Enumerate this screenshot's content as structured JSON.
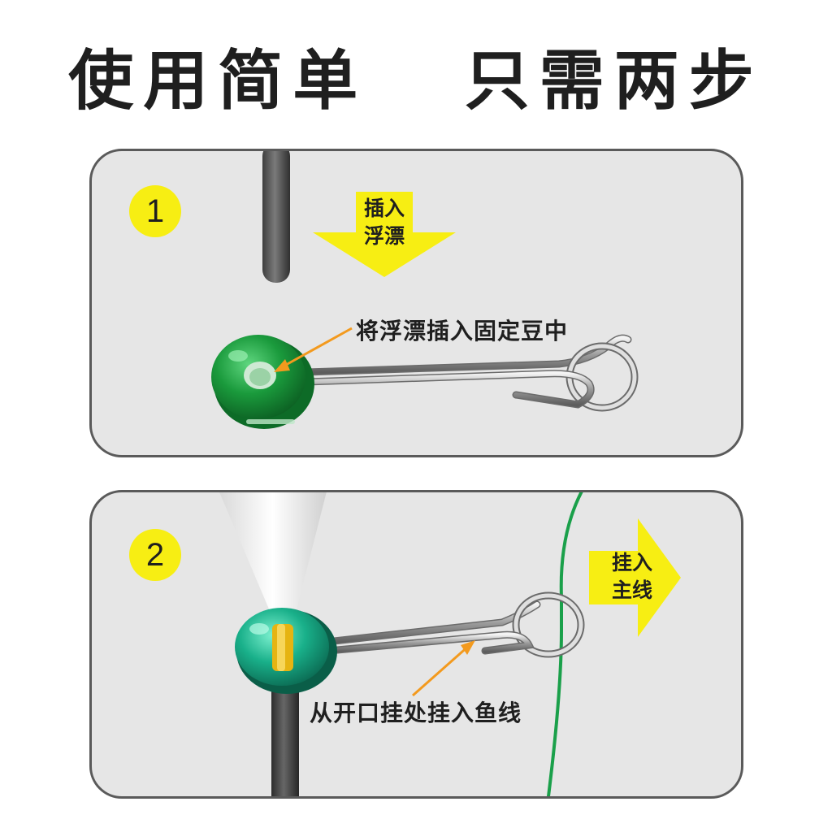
{
  "headline": {
    "left": "使用简单",
    "right": "只需两步"
  },
  "steps": [
    {
      "number": "1",
      "arrow_line1": "插入",
      "arrow_line2": "浮漂",
      "callout": "将浮漂插入固定豆中"
    },
    {
      "number": "2",
      "arrow_line1": "挂入",
      "arrow_line2": "主线",
      "callout": "从开口挂处挂入鱼线"
    }
  ],
  "colors": {
    "panel_bg": "#e6e6e6",
    "panel_border": "#5a5a5a",
    "badge": "#f7ee13",
    "arrow": "#f7ee13",
    "bead_green": "#1a9a3c",
    "bead_teal": "#19b08a",
    "fishing_line": "#1aa04a",
    "callout_arrow": "#f39a1e"
  }
}
